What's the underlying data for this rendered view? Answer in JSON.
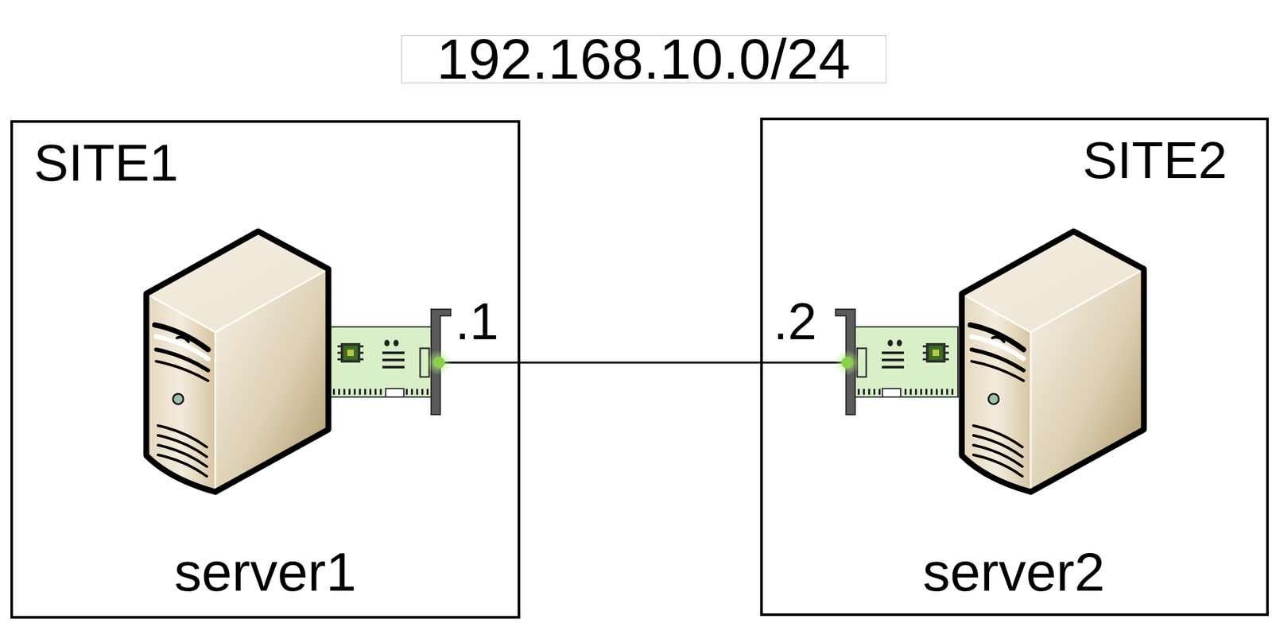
{
  "diagram": {
    "title": "192.168.10.0/24",
    "nodes": [
      {
        "text": [
          "SITE1"
        ]
      },
      {
        "text": [
          "server1"
        ],
        "in": 0
      },
      {
        "text": [
          "SITE2"
        ]
      },
      {
        "text": [
          "server2"
        ],
        "in": 2
      }
    ],
    "edges": [
      {
        "from": 1,
        "to": 3,
        "arrow": "none"
      }
    ],
    "labels": [
      ".1",
      ".2"
    ]
  }
}
